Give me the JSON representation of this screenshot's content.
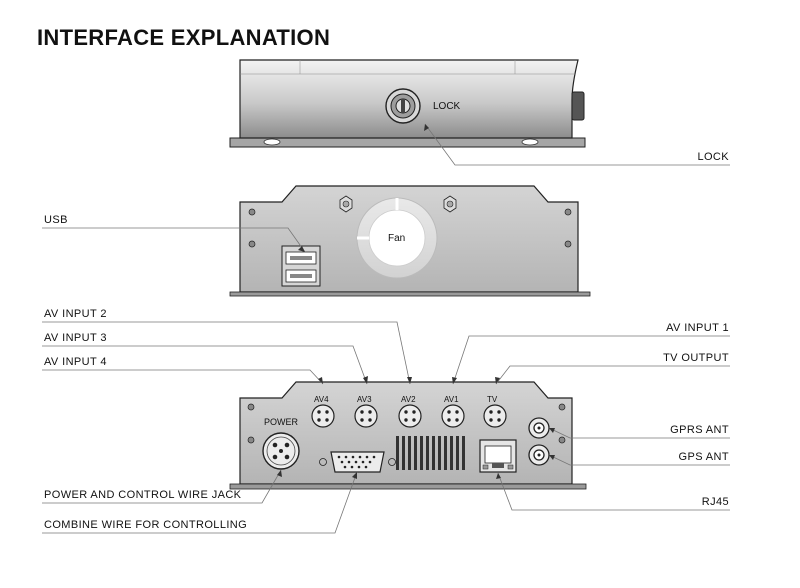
{
  "title": "INTERFACE EXPLANATION",
  "device_labels": {
    "lock": "LOCK",
    "fan": "Fan",
    "power": "POWER",
    "av4": "AV4",
    "av3": "AV3",
    "av2": "AV2",
    "av1": "AV1",
    "tv": "TV"
  },
  "callouts": {
    "lock": "LOCK",
    "usb": "USB",
    "av_input_2": "AV INPUT 2",
    "av_input_3": "AV INPUT 3",
    "av_input_4": "AV INPUT 4",
    "av_input_1": "AV INPUT 1",
    "tv_output": "TV OUTPUT",
    "gprs_ant": "GPRS ANT",
    "gps_ant": "GPS ANT",
    "power_control": "POWER AND CONTROL WIRE JACK",
    "rj45": "RJ45",
    "combine_wire": "COMBINE WIRE FOR CONTROLLING"
  }
}
